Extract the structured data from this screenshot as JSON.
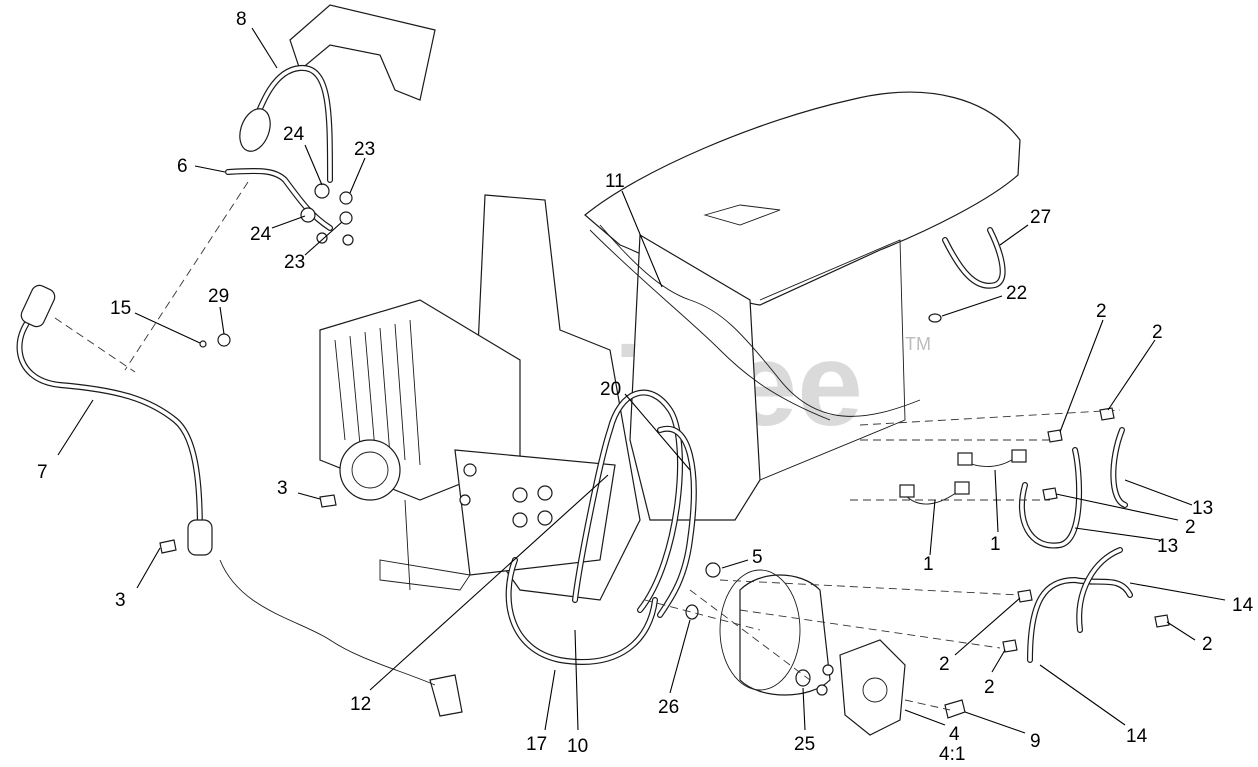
{
  "watermark": {
    "text": "PartsTree",
    "trademark": "TM"
  },
  "callouts": {
    "c8": "8",
    "c24a": "24",
    "c23a": "23",
    "c6": "6",
    "c24b": "24",
    "c23b": "23",
    "c15": "15",
    "c29": "29",
    "c7": "7",
    "c3a": "3",
    "c3b": "3",
    "c11": "11",
    "c27": "27",
    "c22": "22",
    "c2a": "2",
    "c2b": "2",
    "c20": "20",
    "c13a": "13",
    "c2c": "2",
    "c1a": "1",
    "c13b": "13",
    "c1b": "1",
    "c5": "5",
    "c14a": "14",
    "c2d": "2",
    "c2e": "2",
    "c2f": "2",
    "c12": "12",
    "c26": "26",
    "c17": "17",
    "c10": "10",
    "c25": "25",
    "c4": "4",
    "c4ratio": "4:1",
    "c9": "9",
    "c14b": "14"
  }
}
